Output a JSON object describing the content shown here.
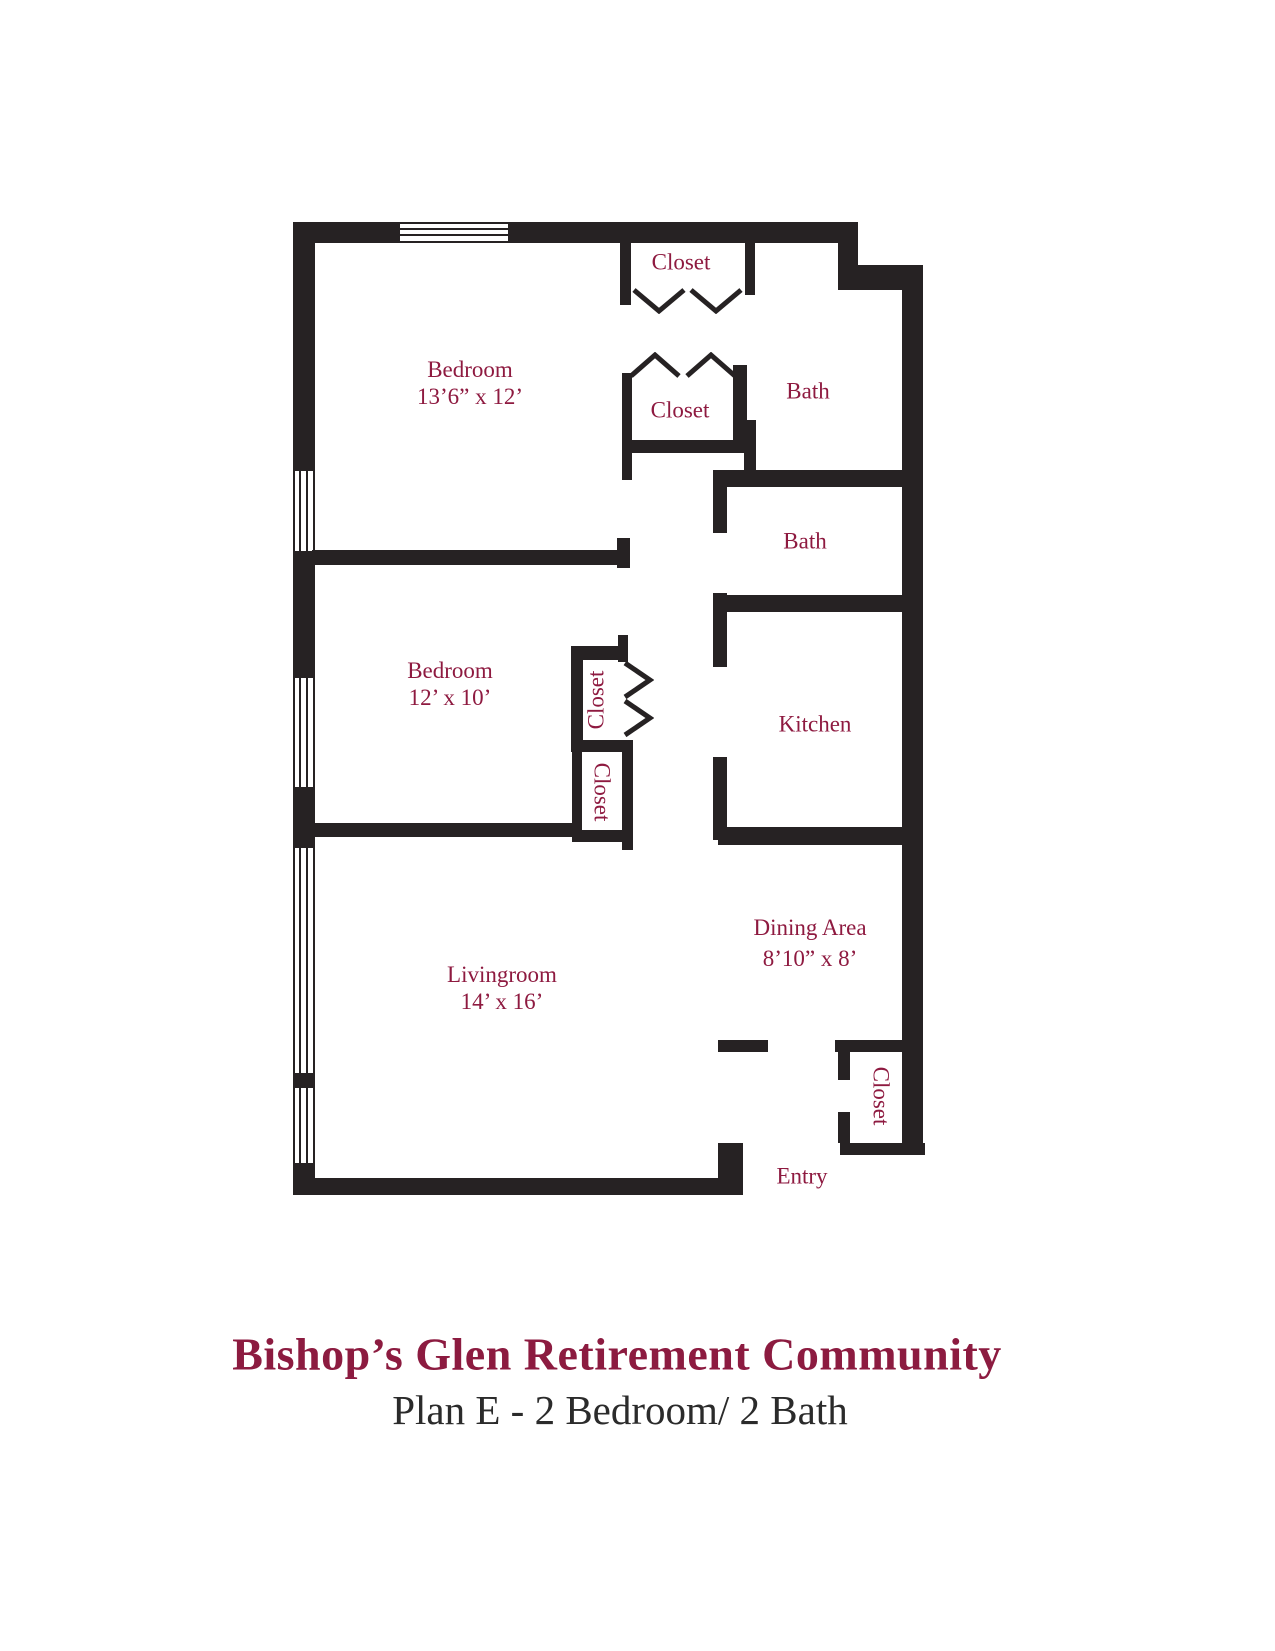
{
  "title": "Bishop’s Glen Retirement Community",
  "subtitle": "Plan E - 2 Bedroom/ 2 Bath",
  "colors": {
    "wall": "#262223",
    "label": "#8e1a40",
    "title": "#8c1b40",
    "subtitle": "#2b2b2b"
  },
  "rooms": {
    "bedroom1": {
      "name": "Bedroom",
      "dims": "13’6” x 12’"
    },
    "bedroom2": {
      "name": "Bedroom",
      "dims": "12’ x 10’"
    },
    "livingroom": {
      "name": "Livingroom",
      "dims": "14’ x 16’"
    },
    "dining": {
      "name": "Dining Area",
      "dims": "8’10” x 8’"
    },
    "kitchen": {
      "name": "Kitchen"
    },
    "bath_top": {
      "name": "Bath"
    },
    "bath_mid": {
      "name": "Bath"
    },
    "entry": {
      "name": "Entry"
    },
    "closet_top": {
      "name": "Closet"
    },
    "closet_mid": {
      "name": "Closet"
    },
    "closet_bed2_upper": {
      "name": "Closet"
    },
    "closet_bed2_lower": {
      "name": "Closet"
    },
    "closet_entry": {
      "name": "Closet"
    }
  }
}
